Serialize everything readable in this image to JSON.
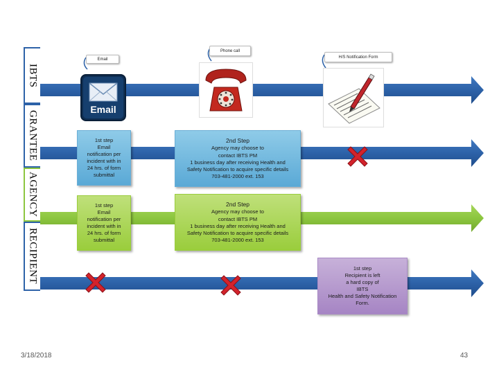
{
  "lanes": [
    {
      "label": "IBTS",
      "color": "#2d62a8"
    },
    {
      "label": "GRANTEE",
      "color": "#2d62a8"
    },
    {
      "label": "AGENCY",
      "color": "#8cc63f"
    },
    {
      "label": "RECIPIENT",
      "color": "#2d62a8"
    }
  ],
  "callouts": {
    "email": "Email",
    "phone": "Phone call",
    "form": "H/S Notification Form"
  },
  "icons": {
    "email": "email-icon",
    "phone": "telephone-icon",
    "form": "notepad-pen-icon",
    "cross": "red-x-icon"
  },
  "boxes": {
    "grantee_step1": [
      "1st step",
      "Email",
      "notification per",
      "incident with in",
      "24 hrs. of form",
      "submittal"
    ],
    "grantee_step2": {
      "title": "2nd Step",
      "lines": [
        "Agency may choose  to",
        "contact IBTS  PM",
        "1 business day after receiving  Health and",
        "Safety Notification to acquire specific details",
        "703-481-2000 ext. 153"
      ]
    },
    "agency_step1": [
      "1st step",
      "Email",
      "notification per",
      "incident with in",
      "24 hrs. of form",
      "submittal"
    ],
    "agency_step2": {
      "title": "2nd Step",
      "lines": [
        "Agency may choose  to",
        "contact IBTS  PM",
        "1 business day after receiving  Health and",
        "Safety Notification to acquire specific details",
        "703-481-2000 ext. 153"
      ]
    },
    "recipient_step1": [
      "1st step",
      "Recipient is left",
      "a  hard copy of",
      "IBTS",
      "Health and Safety Notification",
      "Form."
    ]
  },
  "colors": {
    "lane_blue": "#2d62a8",
    "lane_green": "#8cc63f",
    "box_blue": "#7fc0e4",
    "box_green": "#a8d24f",
    "box_purple": "#b49acf",
    "cross_red": "#d3232c"
  },
  "footer": {
    "date": "3/18/2018",
    "page": "43"
  }
}
